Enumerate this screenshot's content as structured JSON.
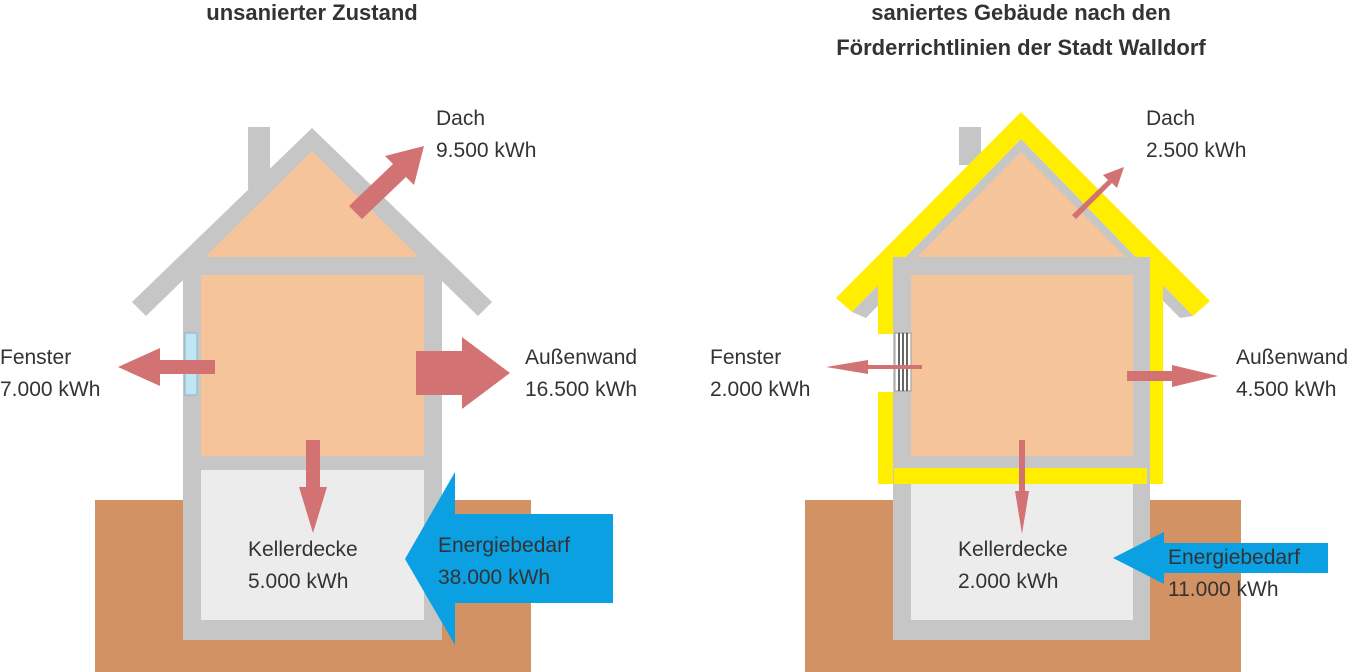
{
  "colors": {
    "wall": "#c6c6c6",
    "interior": "#f6c49a",
    "basement": "#ececec",
    "ground": "#d29263",
    "heat_arrow": "#d27272",
    "energy_arrow": "#0aa0e2",
    "insulation": "#ffee00",
    "window": "#bfe6f4"
  },
  "left": {
    "title": "unsanierter Zustand",
    "dach": {
      "label": "Dach",
      "value": "9.500 kWh"
    },
    "fenster": {
      "label": "Fenster",
      "value": "7.000 kWh"
    },
    "aussenwand": {
      "label": "Außenwand",
      "value": "16.500 kWh"
    },
    "kellerdecke": {
      "label": "Kellerdecke",
      "value": "5.000 kWh"
    },
    "energiebedarf": {
      "label": "Energiebedarf",
      "value": "38.000 kWh"
    }
  },
  "right": {
    "title_line1": "saniertes Gebäude nach den",
    "title_line2": "Förderrichtlinien der Stadt Walldorf",
    "dach": {
      "label": "Dach",
      "value": "2.500 kWh"
    },
    "fenster": {
      "label": "Fenster",
      "value": "2.000 kWh"
    },
    "aussenwand": {
      "label": "Außenwand",
      "value": "4.500 kWh"
    },
    "kellerdecke": {
      "label": "Kellerdecke",
      "value": "2.000 kWh"
    },
    "energiebedarf": {
      "label": "Energiebedarf",
      "value": "11.000 kWh"
    }
  }
}
